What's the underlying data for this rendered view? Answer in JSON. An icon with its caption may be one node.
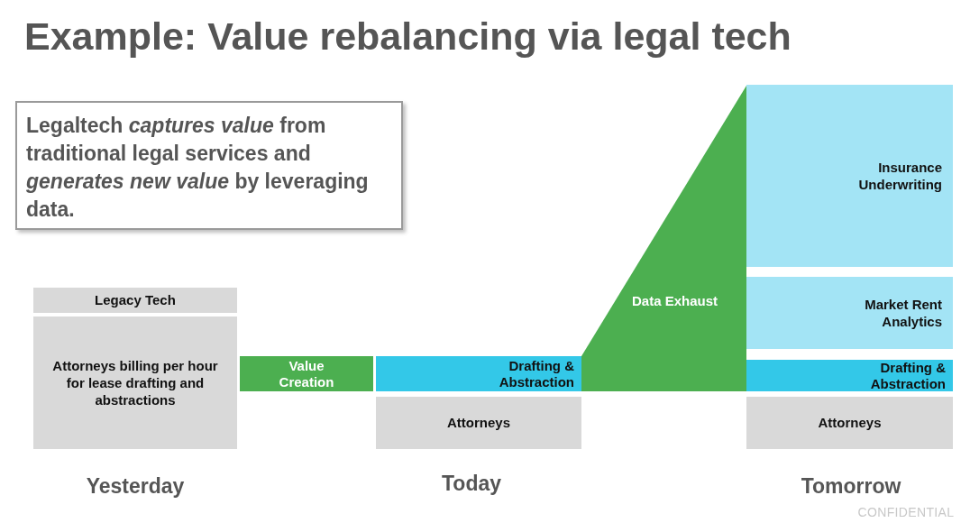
{
  "diagram": {
    "title": "Example: Value rebalancing via legal tech",
    "nodes": [
      {
        "text": [
          "Legaltech *captures value* from traditional legal services and *generates new value* by leveraging data."
        ]
      },
      {
        "text": [
          "Legacy Tech"
        ]
      },
      {
        "text": [
          "Attorneys billing per hour for lease drafting and abstractions"
        ]
      },
      {
        "text": [
          "Value Creation"
        ]
      },
      {
        "text": [
          "Drafting & Abstraction"
        ]
      },
      {
        "text": [
          "Attorneys"
        ]
      },
      {
        "text": [
          "Data Exhaust"
        ]
      },
      {
        "text": [
          "Insurance Underwriting"
        ]
      },
      {
        "text": [
          "Market Rent Analytics"
        ]
      },
      {
        "text": [
          "Drafting & Abstraction"
        ]
      },
      {
        "text": [
          "Attorneys"
        ]
      }
    ],
    "labels": [
      "Yesterday",
      "Today",
      "Tomorrow",
      "CONFIDENTIAL"
    ]
  }
}
